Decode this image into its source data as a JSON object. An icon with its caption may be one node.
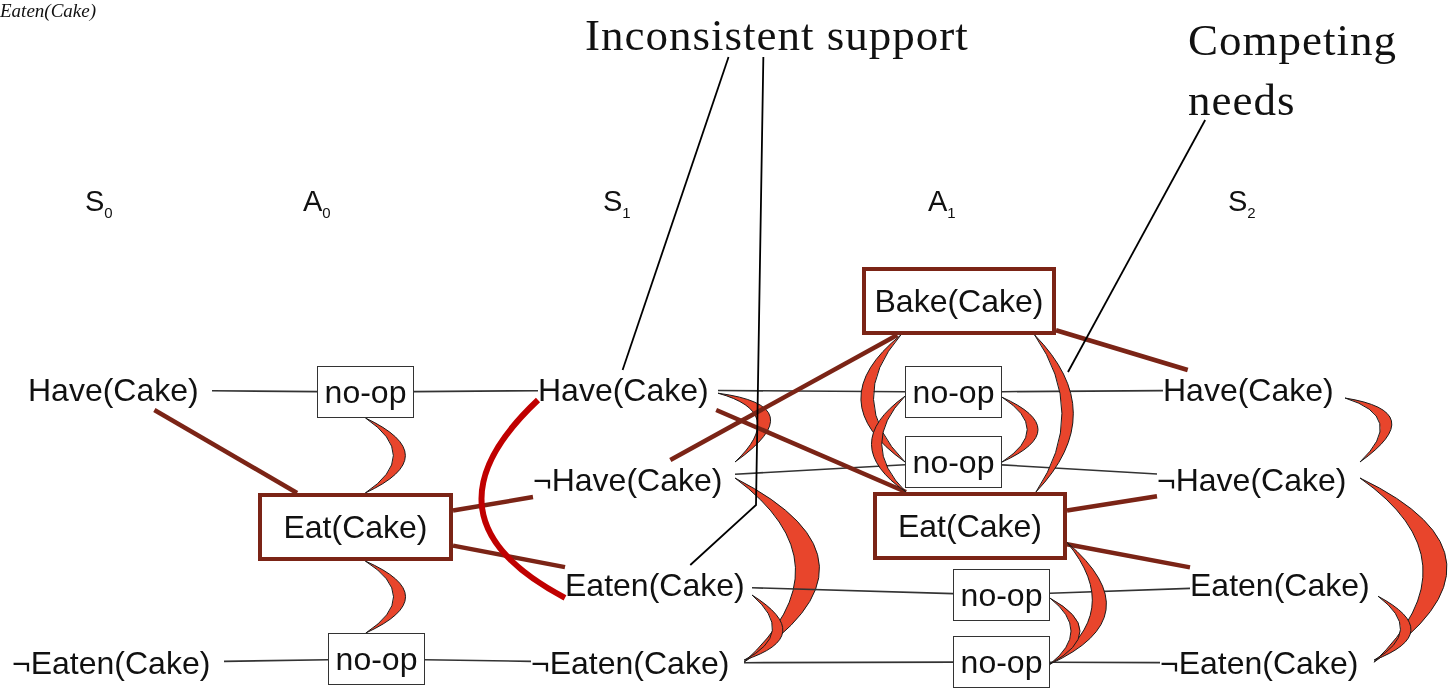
{
  "diagram": {
    "nodes": [
      {
        "text": [
          "Inconsistent support"
        ]
      },
      {
        "text": [
          "Competing needs"
        ]
      },
      {
        "text": [
          "Have(Cake)"
        ]
      },
      {
        "text": [
          "¬Eaten(Cake)"
        ]
      },
      {
        "text": [
          "no-op"
        ]
      },
      {
        "text": [
          "Eat(Cake)"
        ]
      },
      {
        "text": [
          "no-op"
        ]
      },
      {
        "text": [
          "Have(Cake)"
        ]
      },
      {
        "text": [
          "¬Have(Cake)"
        ]
      },
      {
        "text": [
          "Eaten(Cake)"
        ]
      },
      {
        "text": [
          "¬Eaten(Cake)"
        ]
      },
      {
        "text": [
          "Bake(Cake)"
        ]
      },
      {
        "text": [
          "no-op"
        ]
      },
      {
        "text": [
          "no-op"
        ]
      },
      {
        "text": [
          "Eat(Cake)"
        ]
      },
      {
        "text": [
          "no-op"
        ]
      },
      {
        "text": [
          "no-op"
        ]
      },
      {
        "text": [
          "Have(Cake)"
        ]
      },
      {
        "text": [
          "¬Have(Cake)"
        ]
      },
      {
        "text": [
          "Eaten(Cake)"
        ]
      },
      {
        "text": [
          "¬Eaten(Cake)"
        ]
      }
    ],
    "edges": [
      {
        "from": 2,
        "to": 4,
        "arrow": "none"
      },
      {
        "from": 4,
        "to": 7,
        "arrow": "none"
      },
      {
        "from": 3,
        "to": 6,
        "arrow": "none"
      },
      {
        "from": 6,
        "to": 10,
        "arrow": "none"
      },
      {
        "from": 2,
        "to": 5,
        "arrow": "none",
        "style": "thick",
        "color": "#7b2416"
      },
      {
        "from": 5,
        "to": 8,
        "arrow": "none",
        "style": "thick",
        "color": "#7b2416"
      },
      {
        "from": 5,
        "to": 9,
        "arrow": "none",
        "style": "thick",
        "color": "#7b2416"
      },
      {
        "from": 4,
        "to": 5,
        "arrow": "none",
        "color": "#e8452c"
      },
      {
        "from": 5,
        "to": 6,
        "arrow": "none",
        "color": "#e8452c"
      },
      {
        "from": 7,
        "to": 9,
        "arrow": "none",
        "style": "thick",
        "color": "#c00000"
      },
      {
        "from": 7,
        "to": 8,
        "arrow": "none",
        "color": "#e8452c"
      },
      {
        "from": 8,
        "to": 10,
        "arrow": "none",
        "color": "#e8452c"
      },
      {
        "from": 9,
        "to": 10,
        "arrow": "none",
        "color": "#e8452c"
      },
      {
        "from": 7,
        "to": 12,
        "arrow": "none"
      },
      {
        "from": 12,
        "to": 17,
        "arrow": "none"
      },
      {
        "from": 8,
        "to": 13,
        "arrow": "none"
      },
      {
        "from": 13,
        "to": 18,
        "arrow": "none"
      },
      {
        "from": 9,
        "to": 15,
        "arrow": "none"
      },
      {
        "from": 15,
        "to": 19,
        "arrow": "none"
      },
      {
        "from": 10,
        "to": 16,
        "arrow": "none"
      },
      {
        "from": 16,
        "to": 20,
        "arrow": "none"
      },
      {
        "from": 8,
        "to": 11,
        "arrow": "none",
        "style": "thick",
        "color": "#7b2416"
      },
      {
        "from": 7,
        "to": 14,
        "arrow": "none",
        "style": "thick",
        "color": "#7b2416"
      },
      {
        "from": 11,
        "to": 17,
        "arrow": "none",
        "style": "thick",
        "color": "#7b2416"
      },
      {
        "from": 14,
        "to": 18,
        "arrow": "none",
        "style": "thick",
        "color": "#7b2416"
      },
      {
        "from": 14,
        "to": 19,
        "arrow": "none",
        "style": "thick",
        "color": "#7b2416"
      },
      {
        "from": 11,
        "to": 13,
        "arrow": "none",
        "color": "#e8452c"
      },
      {
        "from": 11,
        "to": 14,
        "arrow": "none",
        "color": "#e8452c"
      },
      {
        "from": 12,
        "to": 14,
        "arrow": "none",
        "color": "#e8452c"
      },
      {
        "from": 12,
        "to": 13,
        "arrow": "none",
        "color": "#e8452c"
      },
      {
        "from": 14,
        "to": 16,
        "arrow": "none",
        "color": "#e8452c"
      },
      {
        "from": 15,
        "to": 16,
        "arrow": "none",
        "color": "#e8452c"
      },
      {
        "from": 17,
        "to": 18,
        "arrow": "none",
        "color": "#e8452c"
      },
      {
        "from": 18,
        "to": 20,
        "arrow": "none",
        "color": "#e8452c"
      },
      {
        "from": 19,
        "to": 20,
        "arrow": "none",
        "color": "#e8452c"
      },
      {
        "from": 0,
        "to": 7,
        "arrow": "none"
      },
      {
        "from": 0,
        "to": 9,
        "arrow": "none"
      },
      {
        "from": 1,
        "to": null,
        "arrow": "none"
      }
    ],
    "labels": [
      "Eaten(Cake)",
      "S$_{0}$",
      "A$_{0}$",
      "S$_{1}$",
      "A$_{1}$",
      "S$_{2}$"
    ]
  }
}
